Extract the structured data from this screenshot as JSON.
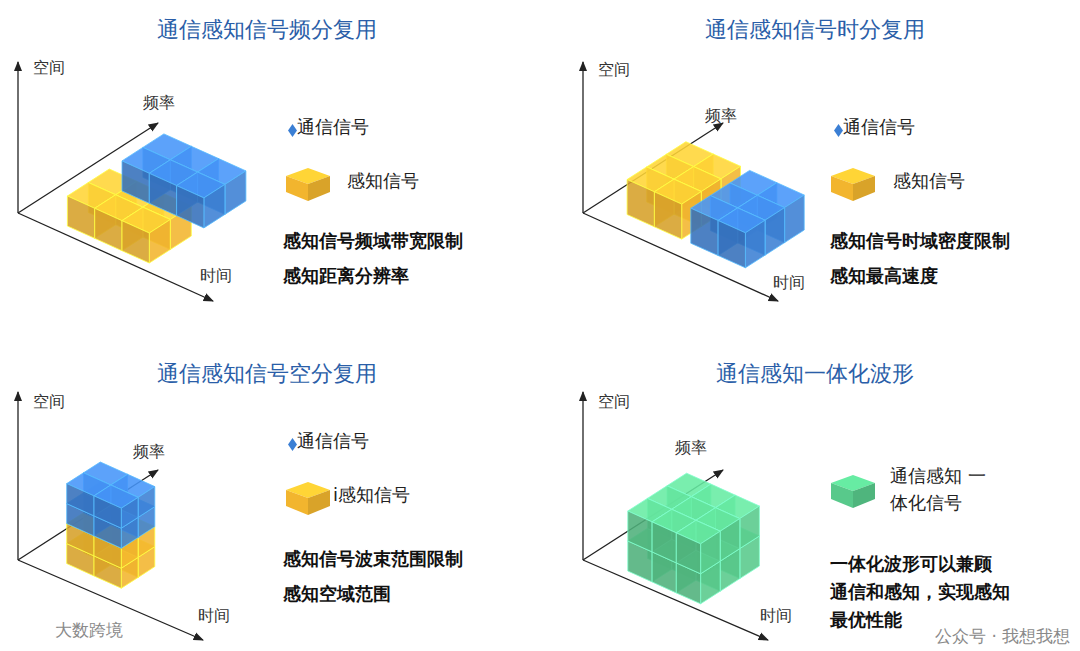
{
  "diagram": {
    "labels": [
      "通信感知信号频分复用",
      "空间",
      "频率",
      "时间",
      "感知信号频域带宽限制",
      "感知距离分辨率",
      "通信感知信号时分复用",
      "空间",
      "频率",
      "时间",
      "感知信号时域密度限制",
      "感知最高速度",
      "通信感知信号空分复用",
      "空间",
      "频率",
      "时间",
      "感知信号波束范围限制",
      "感知空域范围",
      "通信感知一体化波形",
      "空间",
      "频率",
      "时间",
      "一体化波形可以兼顾 通信和感知，实现感知 最优性能",
      "大数跨境",
      "公众号 · 我想我想"
    ],
    "legend": [
      {
        "text": "通信信号",
        "color": "#3b7fd4"
      },
      {
        "text": "感知信号",
        "color": "#f2b52e"
      },
      {
        "text": "通信信号",
        "color": "#3b7fd4"
      },
      {
        "text": "感知信号",
        "color": "#f2b52e"
      },
      {
        "text": "通信信号",
        "color": "#3b7fd4"
      },
      {
        "text": "i感知信号",
        "color": "#f2b52e"
      },
      {
        "text": "通信感知 一体化信号",
        "color": "#58c98b"
      }
    ]
  }
}
